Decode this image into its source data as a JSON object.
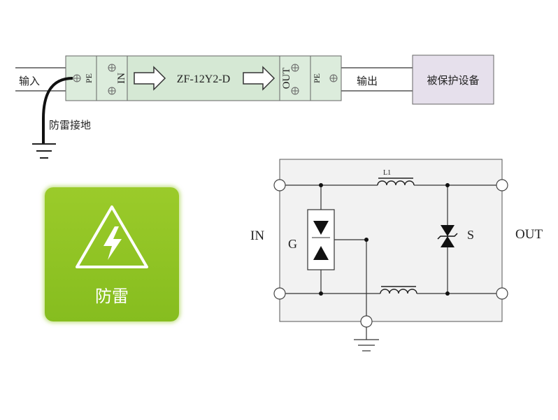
{
  "block_diagram": {
    "input_label": "输入",
    "output_label": "输出",
    "ground_label": "防雷接地",
    "device_model": "ZF-12Y2-D",
    "terminal_pe_left": "PE",
    "terminal_in": "IN",
    "terminal_out": "OUT",
    "terminal_pe_right": "PE",
    "protected_device": "被保护设备"
  },
  "badge": {
    "label": "防雷",
    "icon": "lightning-warning-icon",
    "color": "#8dc21f"
  },
  "circuit": {
    "in_label": "IN",
    "out_label": "OUT",
    "inductor_label": "L1",
    "gdt_label": "G",
    "tvs_label": "S"
  }
}
